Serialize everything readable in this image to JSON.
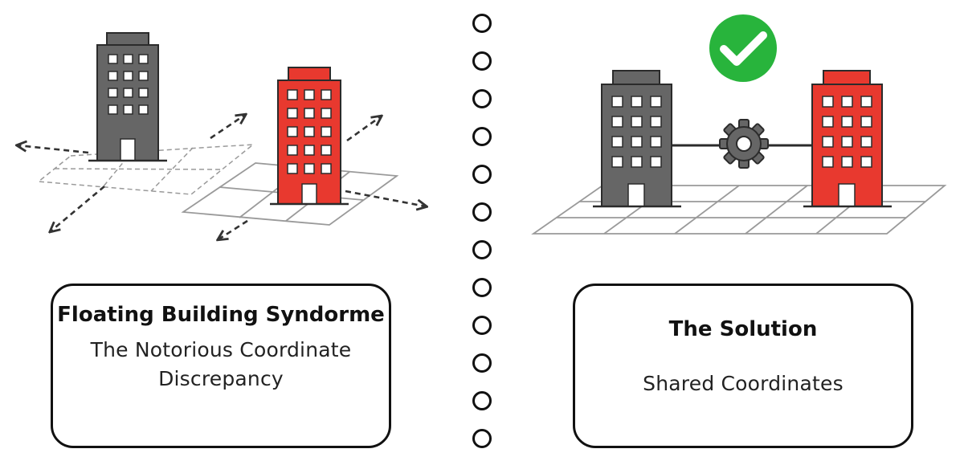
{
  "left_panel": {
    "title": "Floating Building Syndorme",
    "subtitle": "The Notorious Coordinate Discrepancy"
  },
  "right_panel": {
    "title": "The Solution",
    "subtitle": "Shared Coordinates"
  },
  "colors": {
    "gray_building": "#666666",
    "red_building": "#e8392f",
    "check_badge": "#28b43c",
    "outline": "#2b2b2b",
    "grid": "#9a9a9a"
  },
  "icons": [
    "building-icon",
    "check-icon",
    "gear-icon",
    "arrow-icon"
  ]
}
